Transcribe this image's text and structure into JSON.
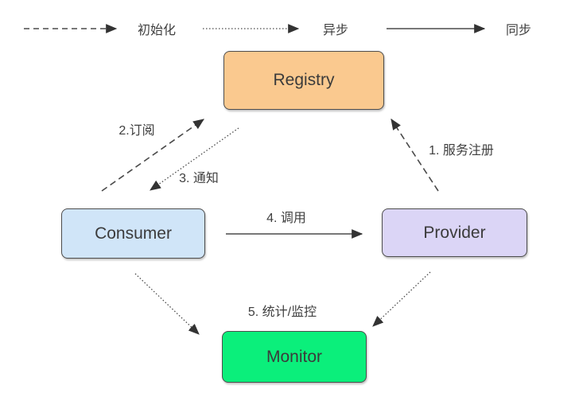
{
  "legend": {
    "init": {
      "label": "初始化",
      "style": "dashed"
    },
    "async": {
      "label": "异步",
      "style": "dotted"
    },
    "sync": {
      "label": "同步",
      "style": "solid"
    }
  },
  "nodes": {
    "registry": {
      "label": "Registry",
      "fill": "#FAC98F"
    },
    "consumer": {
      "label": "Consumer",
      "fill": "#D0E5F8"
    },
    "provider": {
      "label": "Provider",
      "fill": "#DBD5F6"
    },
    "monitor": {
      "label": "Monitor",
      "fill": "#0BEF7B"
    }
  },
  "edges": {
    "register": {
      "label": "1. 服务注册",
      "from": "Provider",
      "to": "Registry",
      "style": "dashed"
    },
    "subscribe": {
      "label": "2.订阅",
      "from": "Consumer",
      "to": "Registry",
      "style": "dashed"
    },
    "notify": {
      "label": "3. 通知",
      "from": "Registry",
      "to": "Consumer",
      "style": "dotted"
    },
    "invoke": {
      "label": "4. 调用",
      "from": "Consumer",
      "to": "Provider",
      "style": "solid"
    },
    "stats": {
      "label": "5. 统计/监控",
      "from": "Consumer, Provider",
      "to": "Monitor",
      "style": "dotted"
    }
  },
  "colors": {
    "line": "#4a4a4a",
    "arrowhead": "#333333",
    "text": "#3f3f3f",
    "background": "#ffffff"
  }
}
